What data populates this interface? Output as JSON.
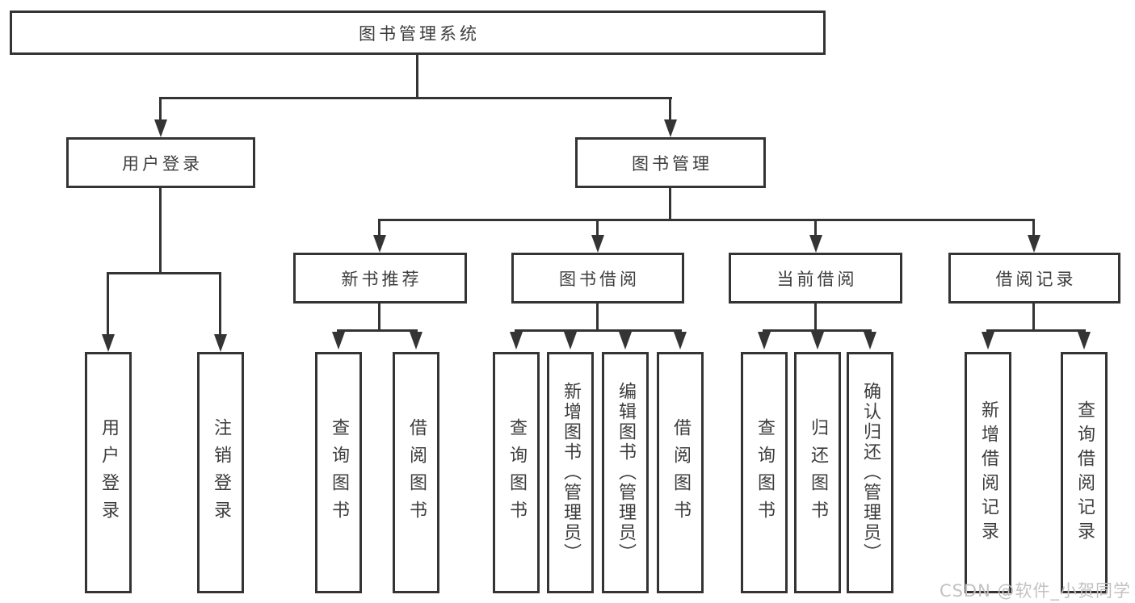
{
  "tree": {
    "root": {
      "label": "图书管理系统"
    },
    "children": [
      {
        "label": "用户登录",
        "children": [
          {
            "label": "用户登录"
          },
          {
            "label": "注销登录"
          }
        ]
      },
      {
        "label": "图书管理",
        "children": [
          {
            "label": "新书推荐",
            "children": [
              {
                "label": "查询图书"
              },
              {
                "label": "借阅图书"
              }
            ]
          },
          {
            "label": "图书借阅",
            "children": [
              {
                "label": "查询图书"
              },
              {
                "label": "新增图书（管理员）"
              },
              {
                "label": "编辑图书（管理员）"
              },
              {
                "label": "借阅图书"
              }
            ]
          },
          {
            "label": "当前借阅",
            "children": [
              {
                "label": "查询图书"
              },
              {
                "label": "归还图书"
              },
              {
                "label": "确认归还（管理员）"
              }
            ]
          },
          {
            "label": "借阅记录",
            "children": [
              {
                "label": "新增借阅记录"
              },
              {
                "label": "查询借阅记录"
              }
            ]
          }
        ]
      }
    ]
  },
  "watermark": {
    "text": "CSDN @软件_小贺同学"
  },
  "colors": {
    "line": "#343434",
    "text": "#3d3d3d",
    "watermark": "#c2c2c2",
    "background": "#ffffff"
  }
}
